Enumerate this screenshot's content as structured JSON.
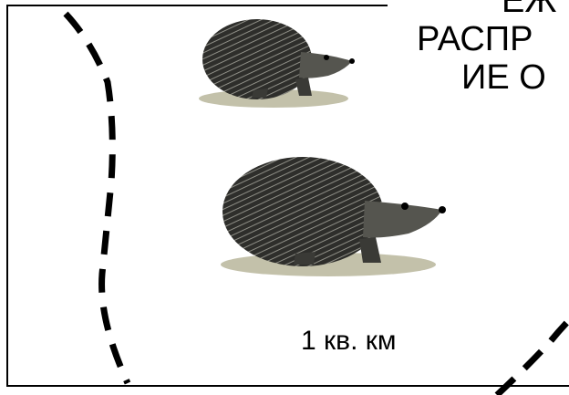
{
  "title_lines": [
    "ЕЖ",
    "РАСПР",
    "ИЕ О"
  ],
  "scale_label": "1 кв. км",
  "icons": {
    "hedgehog_small": "hedgehog-icon",
    "hedgehog_large": "hedgehog-icon"
  },
  "colors": {
    "boundary": "#000000",
    "hedgehog_body": "#3b3b38",
    "ground": "#b9b69b"
  }
}
